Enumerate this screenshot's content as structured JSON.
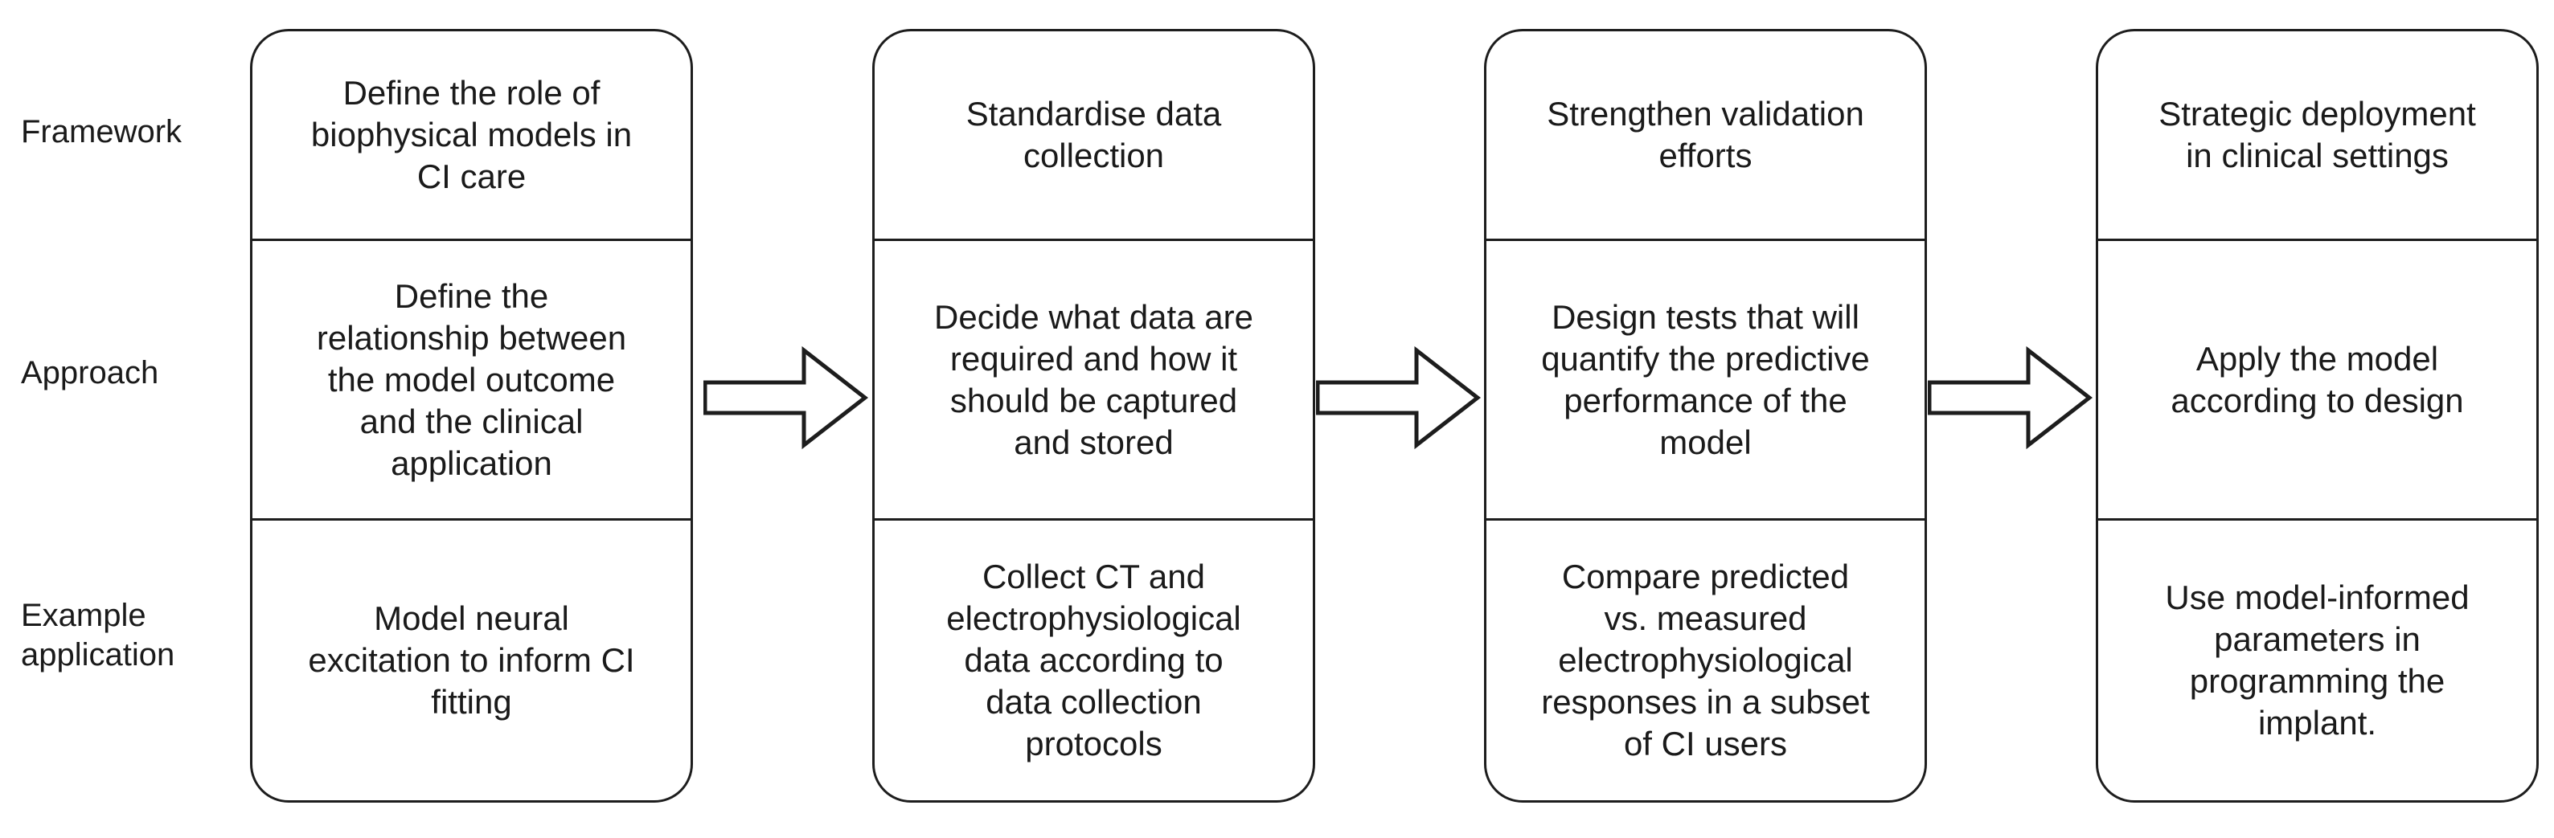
{
  "diagram": {
    "type": "flow-matrix",
    "orientation": "left-to-right",
    "row_labels": [
      "Framework",
      "Approach",
      "Example\napplication"
    ],
    "stages": [
      {
        "index": 1,
        "framework": "Define the role of\nbiophysical models in\nCI care",
        "approach": "Define the\nrelationship between\nthe model outcome\nand the clinical\napplication",
        "example_application": "Model neural\nexcitation to inform CI\nfitting"
      },
      {
        "index": 2,
        "framework": "Standardise data\ncollection",
        "approach": "Decide what data are\nrequired and how it\nshould be captured\nand stored",
        "example_application": "Collect CT and\nelectrophysiological\ndata according to\ndata collection\nprotocols"
      },
      {
        "index": 3,
        "framework": "Strengthen validation\nefforts",
        "approach": "Design tests that will\nquantify the predictive\nperformance of the\nmodel",
        "example_application": "Compare predicted\nvs. measured\nelectrophysiological\nresponses in a subset\nof CI users"
      },
      {
        "index": 4,
        "framework": "Strategic deployment\nin clinical settings",
        "approach": "Apply the model\naccording to design",
        "example_application": "Use model-informed\nparameters in\nprogramming the\nimplant."
      }
    ],
    "connectors": [
      {
        "from": 1,
        "to": 2,
        "icon": "block-arrow-right-icon"
      },
      {
        "from": 2,
        "to": 3,
        "icon": "block-arrow-right-icon"
      },
      {
        "from": 3,
        "to": 4,
        "icon": "block-arrow-right-icon"
      }
    ],
    "colors": {
      "background": "#ffffff",
      "stroke": "#1d1d1d",
      "text": "#1a1a1a",
      "fill": "#ffffff"
    }
  }
}
